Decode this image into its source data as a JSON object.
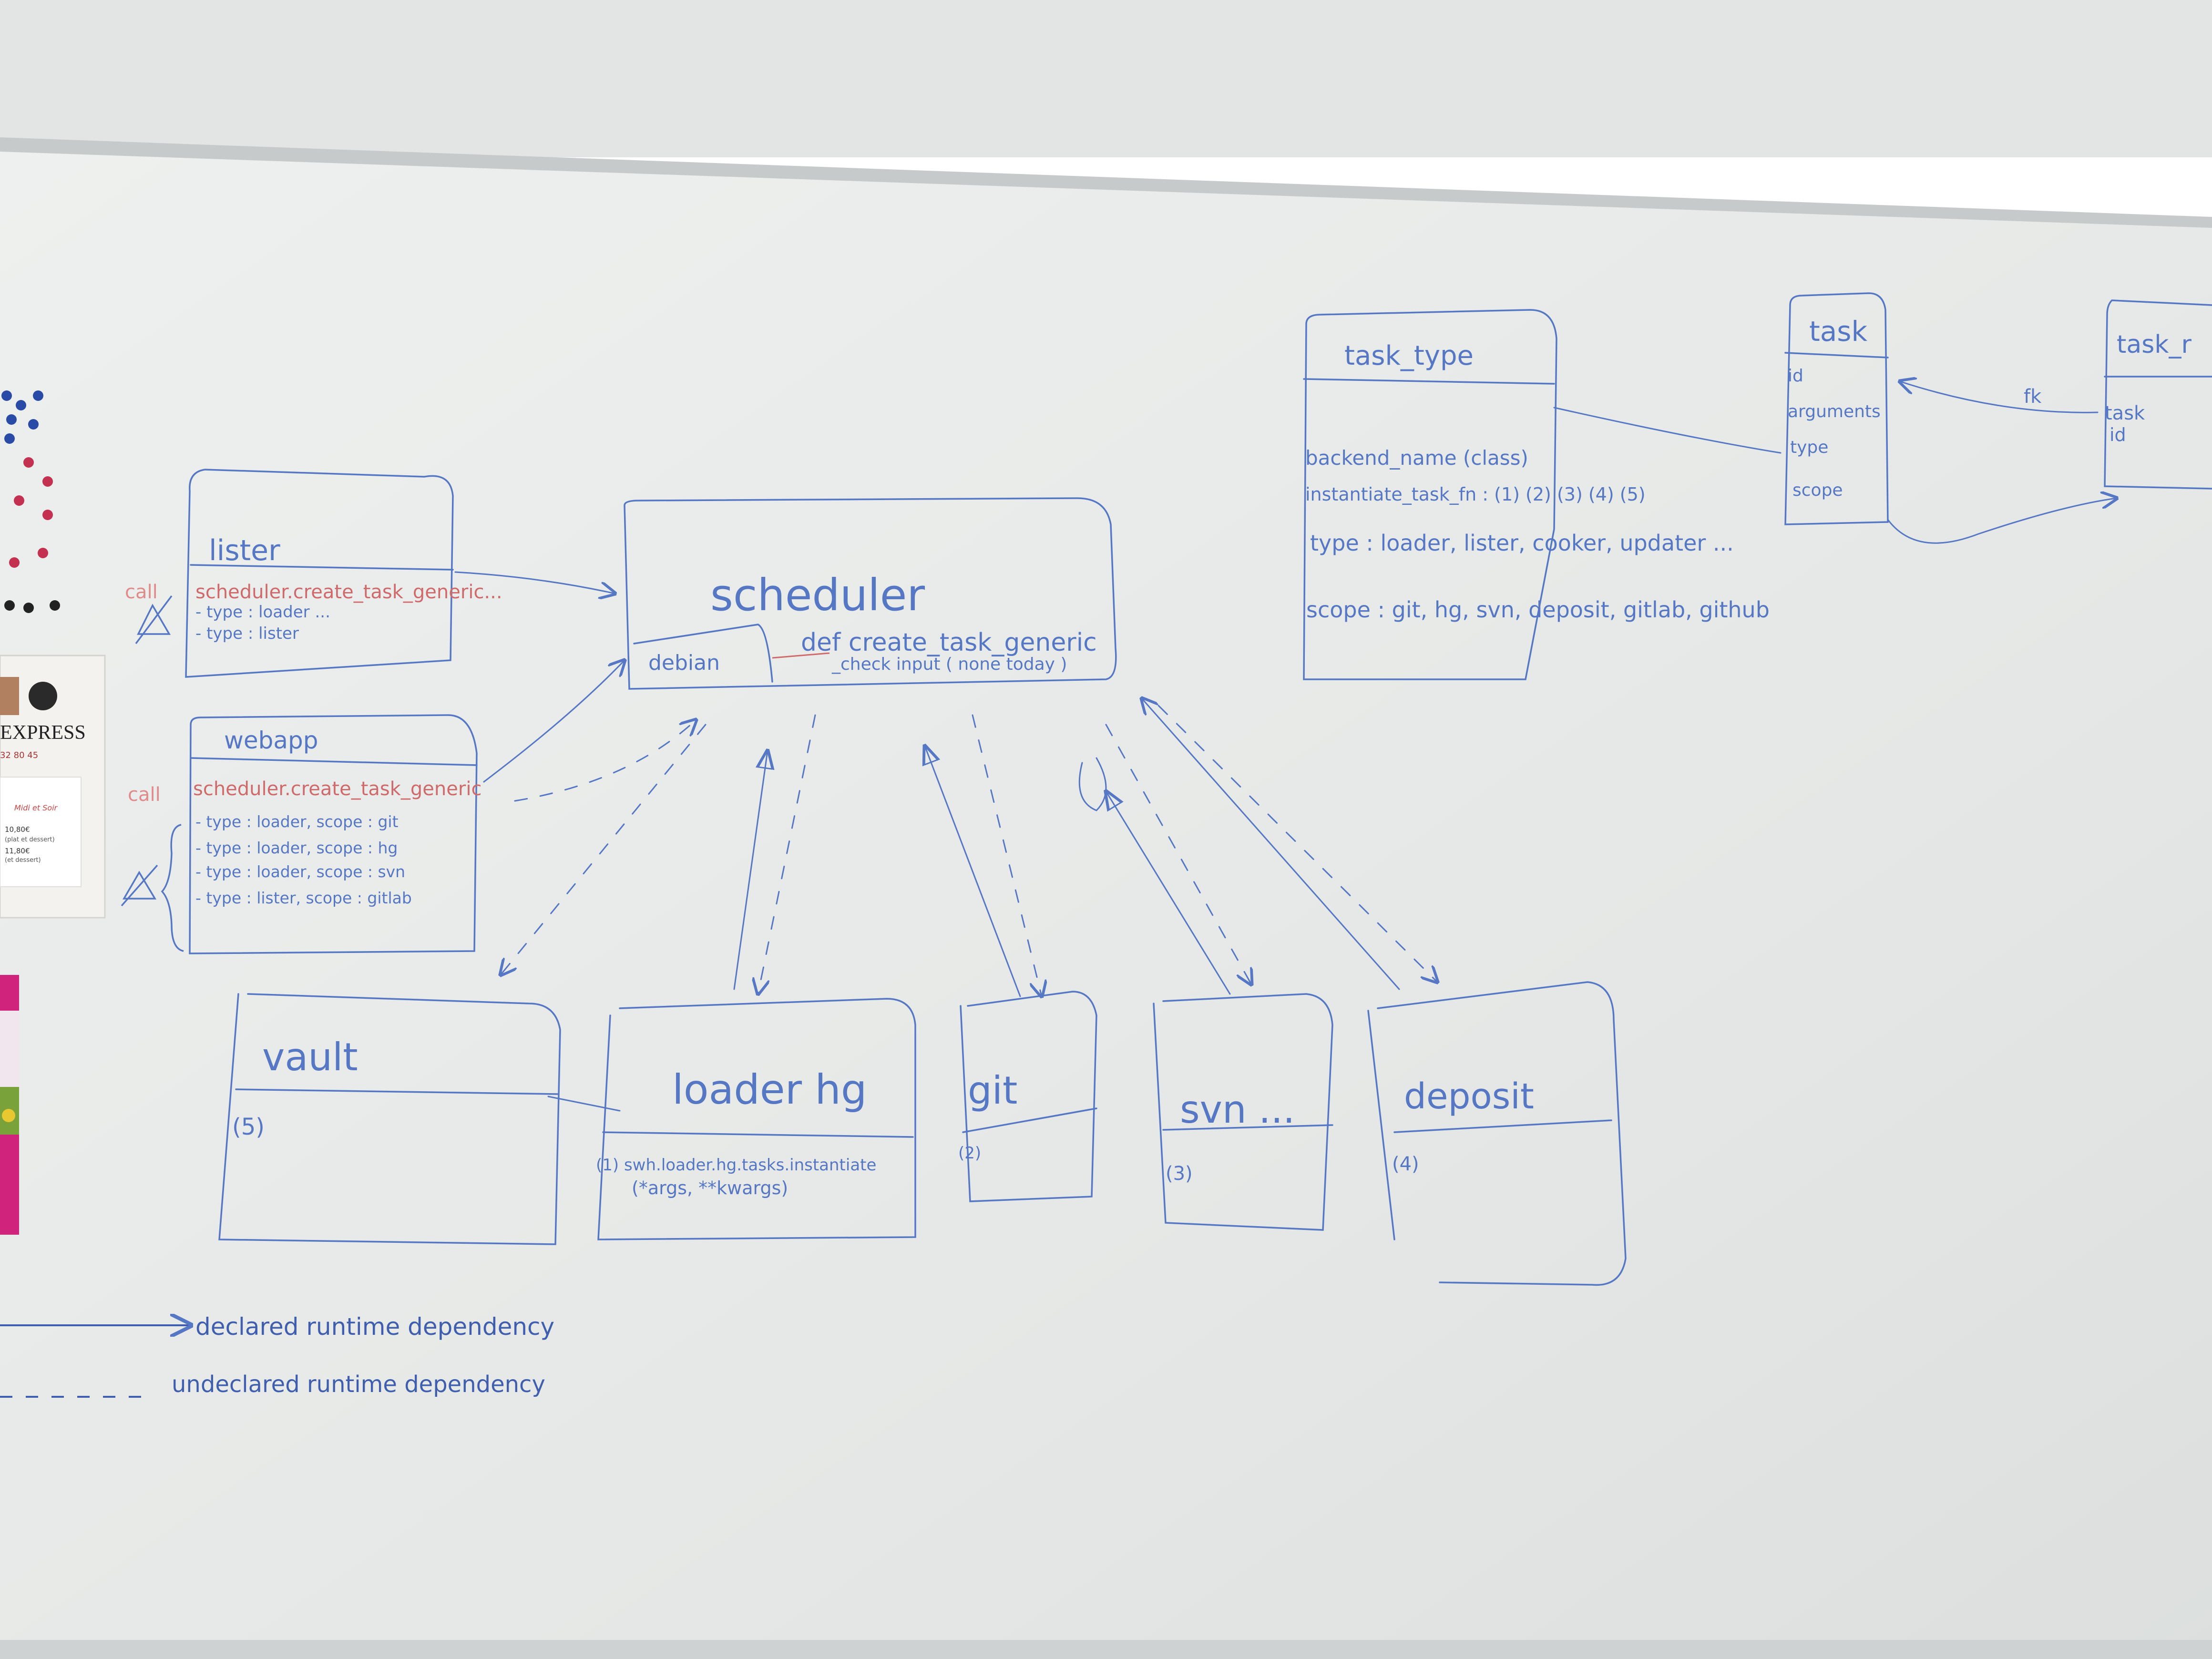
{
  "colors": {
    "wall": "#e4e6e6",
    "board": "#e9ebea",
    "frame": "#c9cccc",
    "blue_ink": "#5577c4",
    "red_ink": "#d06a6a",
    "dark_ink": "#3f5fae"
  },
  "lister": {
    "title": "lister",
    "call_label": "call",
    "call_fn": "scheduler.create_task_generic...",
    "lines": [
      "- type : loader ...",
      "- type : lister"
    ]
  },
  "webapp": {
    "title": "webapp",
    "call_label": "call",
    "call_fn": "scheduler.create_task_generic",
    "lines": [
      "- type : loader, scope : git",
      "- type : loader, scope : hg",
      "- type : loader, scope : svn",
      "- type : lister, scope : gitlab"
    ]
  },
  "scheduler": {
    "title": "scheduler",
    "sub": "debian",
    "def": "def create_task_generic",
    "check": "_check input ( none today )"
  },
  "task_type": {
    "title": "task_type",
    "fields": [
      "backend_name (class)",
      "instantiate_task_fn : (1) (2) (3) (4) (5)",
      "type : loader, lister, cooker, updater ...",
      "scope : git, hg, svn, deposit, gitlab, github"
    ]
  },
  "task": {
    "title": "task",
    "fields": [
      "id",
      "arguments",
      "type",
      "scope"
    ]
  },
  "task_run": {
    "title": "task_r",
    "fields": [
      "task",
      "id"
    ],
    "fk": "fk"
  },
  "vault": {
    "title": "vault",
    "ref": "(5)"
  },
  "loader_hg": {
    "title": "loader hg",
    "fn": "(1) swh.loader.hg.tasks.instantiate",
    "args": "(*args, **kwargs)"
  },
  "git": {
    "title": "git",
    "ref": "(2)"
  },
  "svn": {
    "title": "svn ...",
    "ref": "(3)"
  },
  "deposit": {
    "title": "deposit",
    "ref": "(4)"
  },
  "legend": {
    "declared": "declared runtime dependency",
    "undeclared": "undeclared runtime dependency"
  },
  "flyer": {
    "brand": "EXPRESS",
    "phone": "32 80 45",
    "line1": "Midi et Soir",
    "price1": "10,80€",
    "note1": "(plat et dessert)",
    "price2": "11,80€",
    "note2": "(et dessert)"
  }
}
